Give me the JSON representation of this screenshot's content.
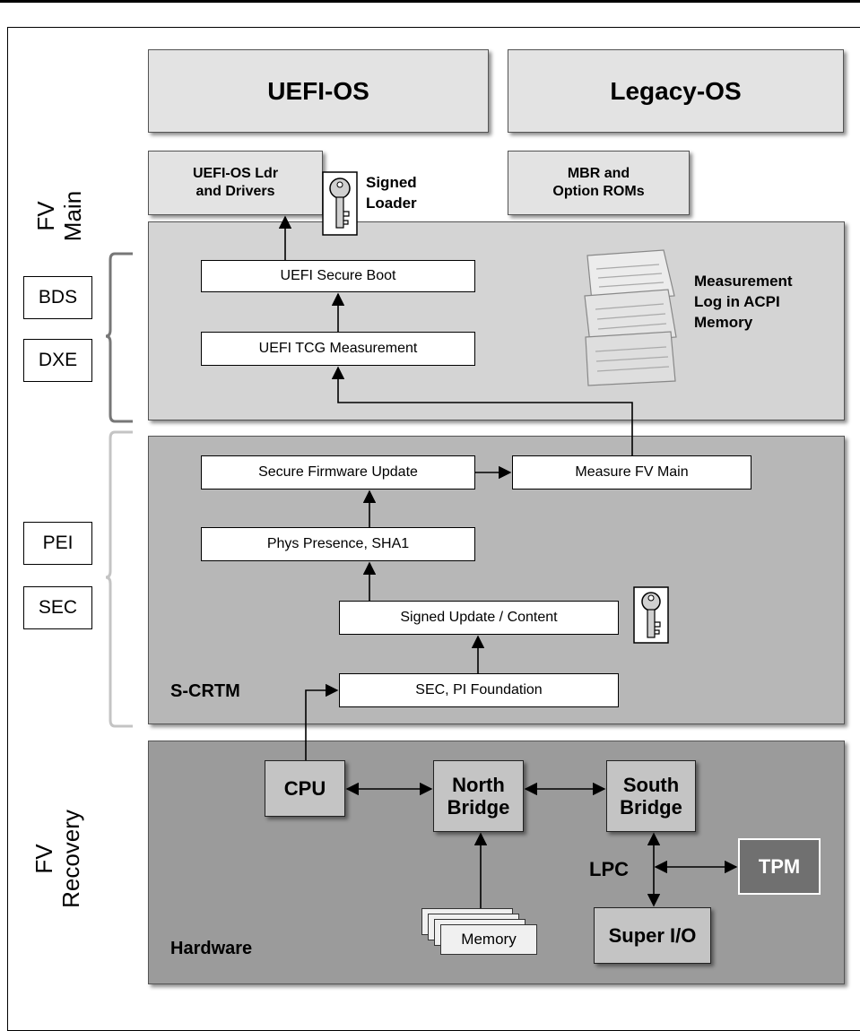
{
  "os": {
    "uefi": "UEFI-OS",
    "legacy": "Legacy-OS"
  },
  "loaders": {
    "uefi_ldr": "UEFI-OS Ldr\nand Drivers",
    "signed_loader": "Signed\nLoader",
    "mbr": "MBR and\nOption ROMs"
  },
  "fv_main": {
    "side_label": "FV\nMain",
    "secure_boot": "UEFI Secure Boot",
    "tcg_measurement": "UEFI TCG Measurement",
    "log_label": "Measurement\nLog in ACPI\nMemory"
  },
  "stages": {
    "bds": "BDS",
    "dxe": "DXE",
    "pei": "PEI",
    "sec": "SEC"
  },
  "crtm": {
    "title": "S-CRTM",
    "secure_fw_update": "Secure Firmware Update",
    "measure_fv_main": "Measure FV Main",
    "phys_presence": "Phys Presence, SHA1",
    "signed_update": "Signed Update / Content",
    "sec_pi": "SEC, PI Foundation"
  },
  "hardware": {
    "side_label": "FV\nRecovery",
    "title": "Hardware",
    "cpu": "CPU",
    "north_bridge": "North\nBridge",
    "south_bridge": "South\nBridge",
    "lpc": "LPC",
    "tpm": "TPM",
    "super_io": "Super I/O",
    "memory": "Memory"
  },
  "colors": {
    "os_fill": "#e3e3e3",
    "fv_main_fill": "#d4d4d4",
    "crtm_fill": "#b7b7b7",
    "hardware_fill": "#9b9b9b",
    "chip_fill": "#c4c4c4",
    "tpm_fill": "#707070"
  }
}
